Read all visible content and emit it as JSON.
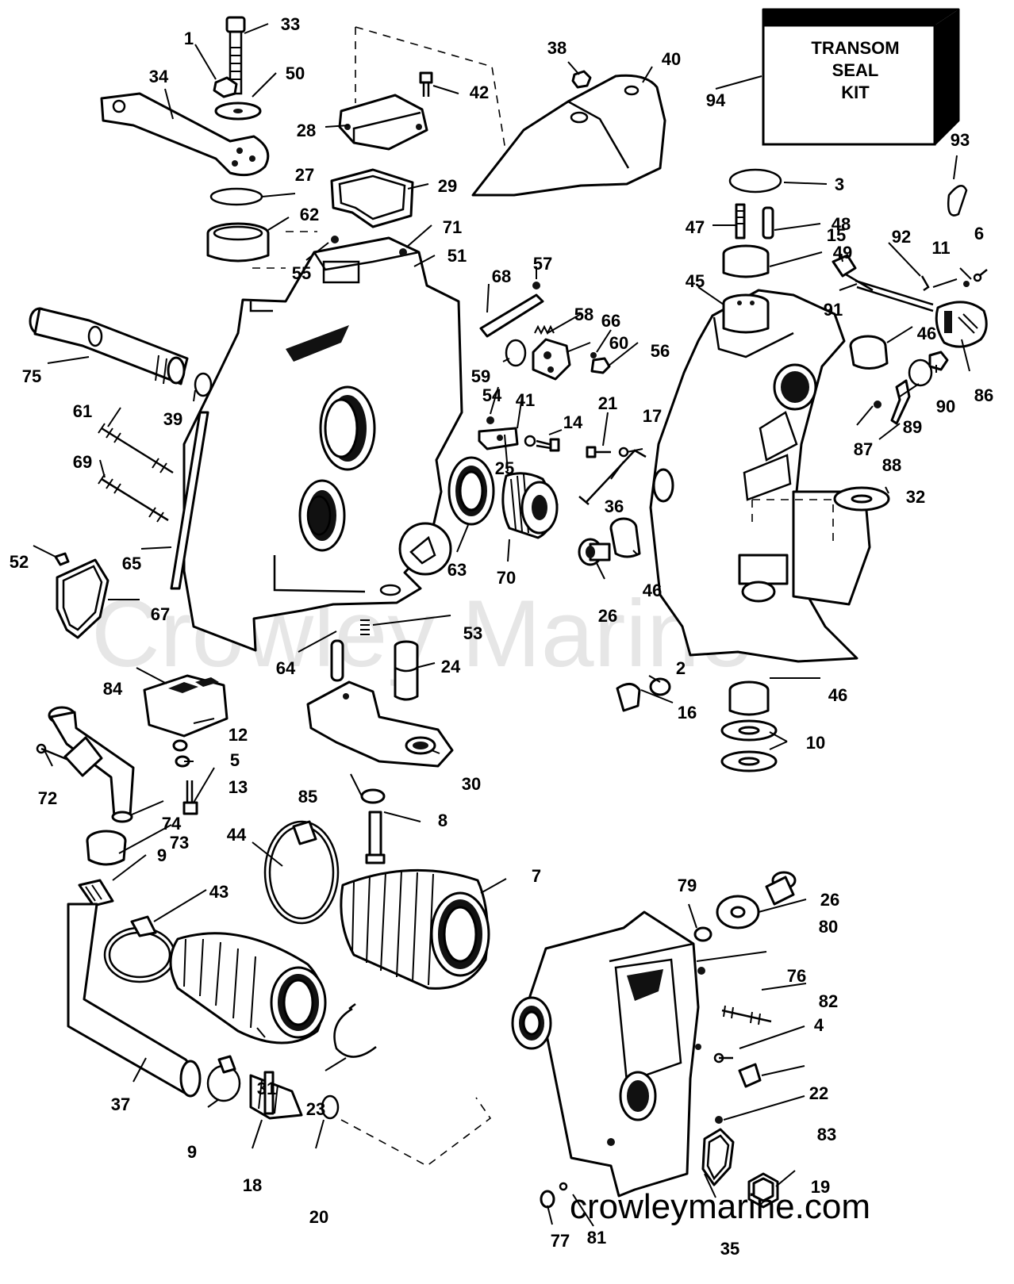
{
  "watermark": "Crowley Marine",
  "site_label": "crowleymarine.com",
  "kit_label": [
    "TRANSOM",
    "SEAL",
    "KIT"
  ],
  "callouts": {
    "c1": "1",
    "c2": "2",
    "c3": "3",
    "c4": "4",
    "c5": "5",
    "c6": "6",
    "c7": "7",
    "c8": "8",
    "c9a": "9",
    "c9b": "9",
    "c10": "10",
    "c11": "11",
    "c12": "12",
    "c13": "13",
    "c14": "14",
    "c15": "15",
    "c16": "16",
    "c17": "17",
    "c18": "18",
    "c19": "19",
    "c20": "20",
    "c21": "21",
    "c22": "22",
    "c23": "23",
    "c24": "24",
    "c25": "25",
    "c26a": "26",
    "c26b": "26",
    "c27": "27",
    "c28": "28",
    "c29": "29",
    "c30": "30",
    "c31": "31",
    "c32": "32",
    "c33": "33",
    "c34": "34",
    "c35": "35",
    "c36": "36",
    "c37": "37",
    "c38": "38",
    "c39": "39",
    "c40": "40",
    "c41": "41",
    "c42": "42",
    "c43": "43",
    "c44": "44",
    "c45": "45",
    "c46a": "46",
    "c46b": "46",
    "c46c": "46",
    "c47": "47",
    "c48": "48",
    "c49": "49",
    "c50": "50",
    "c51": "51",
    "c52": "52",
    "c53": "53",
    "c54": "54",
    "c55": "55",
    "c56": "56",
    "c57": "57",
    "c58": "58",
    "c59": "59",
    "c60": "60",
    "c61": "61",
    "c62": "62",
    "c63": "63",
    "c64": "64",
    "c65": "65",
    "c66": "66",
    "c67": "67",
    "c68": "68",
    "c69": "69",
    "c70": "70",
    "c71": "71",
    "c72": "72",
    "c73": "73",
    "c74": "74",
    "c75": "75",
    "c76": "76",
    "c77": "77",
    "c79": "79",
    "c80": "80",
    "c81": "81",
    "c82": "82",
    "c83": "83",
    "c84": "84",
    "c85": "85",
    "c86": "86",
    "c87": "87",
    "c88": "88",
    "c89": "89",
    "c90": "90",
    "c91": "91",
    "c92": "92",
    "c93": "93",
    "c94": "94"
  }
}
